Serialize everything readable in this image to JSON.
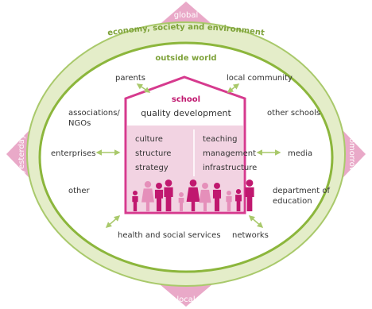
{
  "edges": {
    "top": "global",
    "bottom": "local",
    "left": "yesterday",
    "right": "tomorrow"
  },
  "ring": "economy, society and environment",
  "outer": "outside world",
  "school": {
    "title": "school",
    "subtitle": "quality development",
    "left_list": [
      "culture",
      "structure",
      "strategy"
    ],
    "right_list": [
      "teaching",
      "management",
      "infrastructure"
    ]
  },
  "surroundings": {
    "parents": "parents",
    "local_community": "local community",
    "associations": [
      "associations/",
      "NGOs"
    ],
    "other_schools": "other schools",
    "enterprises": "enterprises",
    "media": "media",
    "other": "other",
    "department": [
      "department of",
      "education"
    ],
    "health": "health and social services",
    "networks": "networks"
  },
  "colors": {
    "pink": "#c0186f",
    "pink_light": "#f2d3e2",
    "green": "#8cb63c",
    "green_light": "#e6efcf",
    "arrow": "#a9c96b"
  }
}
